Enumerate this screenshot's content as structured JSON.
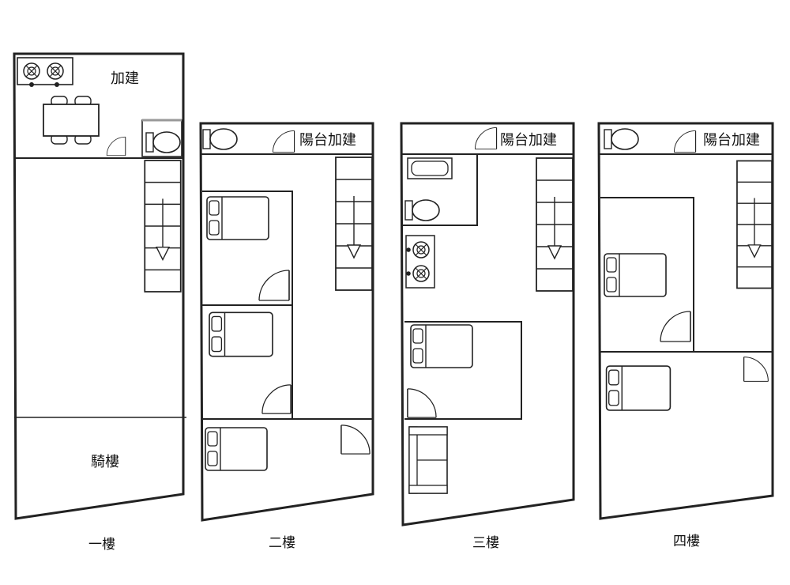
{
  "floors": [
    {
      "label": "一樓",
      "rooms": {
        "top": "加建",
        "bottom": "騎樓"
      }
    },
    {
      "label": "二樓",
      "rooms": {
        "top": "陽台加建"
      }
    },
    {
      "label": "三樓",
      "rooms": {
        "top": "陽台加建"
      }
    },
    {
      "label": "四樓",
      "rooms": {
        "top": "陽台加建"
      }
    }
  ]
}
